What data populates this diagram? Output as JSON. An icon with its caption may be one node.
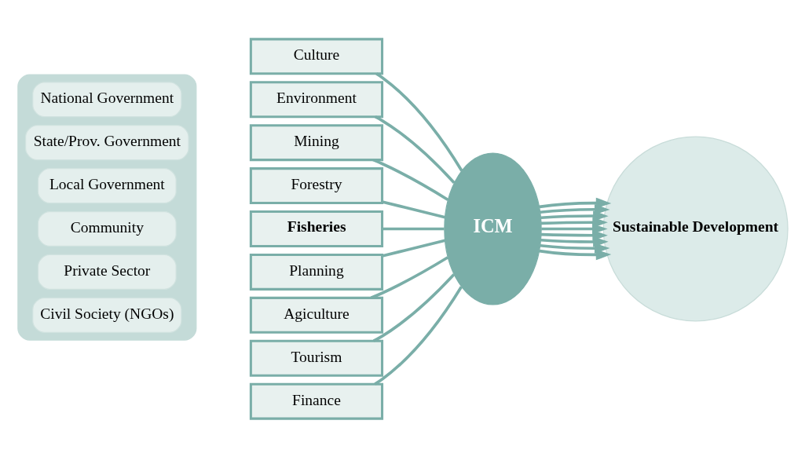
{
  "diagram": {
    "nodes": [
      {
        "text": [],
        "shape": "box"
      },
      {
        "text": [
          "National Government"
        ],
        "in": 0
      },
      {
        "text": [
          "State/Prov. Government"
        ],
        "in": 0
      },
      {
        "text": [
          "Local Government"
        ],
        "in": 0
      },
      {
        "text": [
          "Community"
        ],
        "in": 0
      },
      {
        "text": [
          "Private Sector"
        ],
        "in": 0
      },
      {
        "text": [
          "Civil Society (NGOs)"
        ],
        "in": 0
      },
      {
        "text": [
          "Culture"
        ]
      },
      {
        "text": [
          "Environment"
        ]
      },
      {
        "text": [
          "Mining"
        ]
      },
      {
        "text": [
          "Forestry"
        ]
      },
      {
        "text": [
          "Fisheries"
        ]
      },
      {
        "text": [
          "Planning"
        ]
      },
      {
        "text": [
          "Agiculture"
        ]
      },
      {
        "text": [
          "Tourism"
        ]
      },
      {
        "text": [
          "Finance"
        ]
      },
      {
        "text": [
          "ICM"
        ]
      },
      {
        "text": [
          "Sustainable Development"
        ]
      }
    ],
    "edges": [
      {
        "from": 7,
        "to": 16,
        "arrow": "none"
      },
      {
        "from": 8,
        "to": 16,
        "arrow": "none"
      },
      {
        "from": 9,
        "to": 16,
        "arrow": "none"
      },
      {
        "from": 10,
        "to": 16,
        "arrow": "none"
      },
      {
        "from": 11,
        "to": 16,
        "arrow": "none"
      },
      {
        "from": 12,
        "to": 16,
        "arrow": "none"
      },
      {
        "from": 13,
        "to": 16,
        "arrow": "none"
      },
      {
        "from": 14,
        "to": 16,
        "arrow": "none"
      },
      {
        "from": 15,
        "to": 16,
        "arrow": "none"
      },
      {
        "from": 16,
        "to": 17,
        "arrow": "to"
      },
      {
        "from": 16,
        "to": 17,
        "arrow": "to"
      },
      {
        "from": 16,
        "to": 17,
        "arrow": "to"
      },
      {
        "from": 16,
        "to": 17,
        "arrow": "to"
      },
      {
        "from": 16,
        "to": 17,
        "arrow": "to"
      },
      {
        "from": 16,
        "to": 17,
        "arrow": "to"
      },
      {
        "from": 16,
        "to": 17,
        "arrow": "to"
      },
      {
        "from": 16,
        "to": 17,
        "arrow": "to"
      },
      {
        "from": 16,
        "to": 17,
        "arrow": "to"
      }
    ]
  }
}
